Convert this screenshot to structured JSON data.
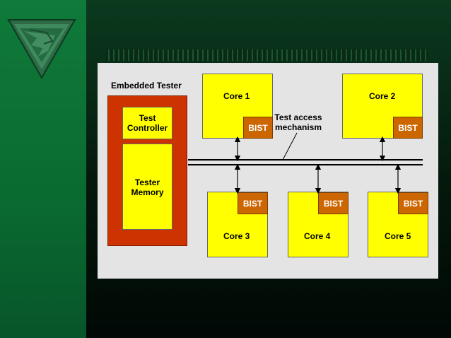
{
  "diagram": {
    "embedded_tester_label": "Embedded Tester",
    "test_controller": [
      "Test",
      "Controller"
    ],
    "tester_memory": [
      "Tester",
      "Memory"
    ],
    "tam_label": [
      "Test access",
      "mechanism"
    ],
    "bist_label": "BIST",
    "cores": {
      "core1": "Core 1",
      "core2": "Core 2",
      "core3": "Core 3",
      "core4": "Core 4",
      "core5": "Core 5"
    }
  },
  "colors": {
    "panel": "#e4e4e4",
    "tester": "#cc3300",
    "core": "#ffff00",
    "bist": "#cc6600"
  }
}
